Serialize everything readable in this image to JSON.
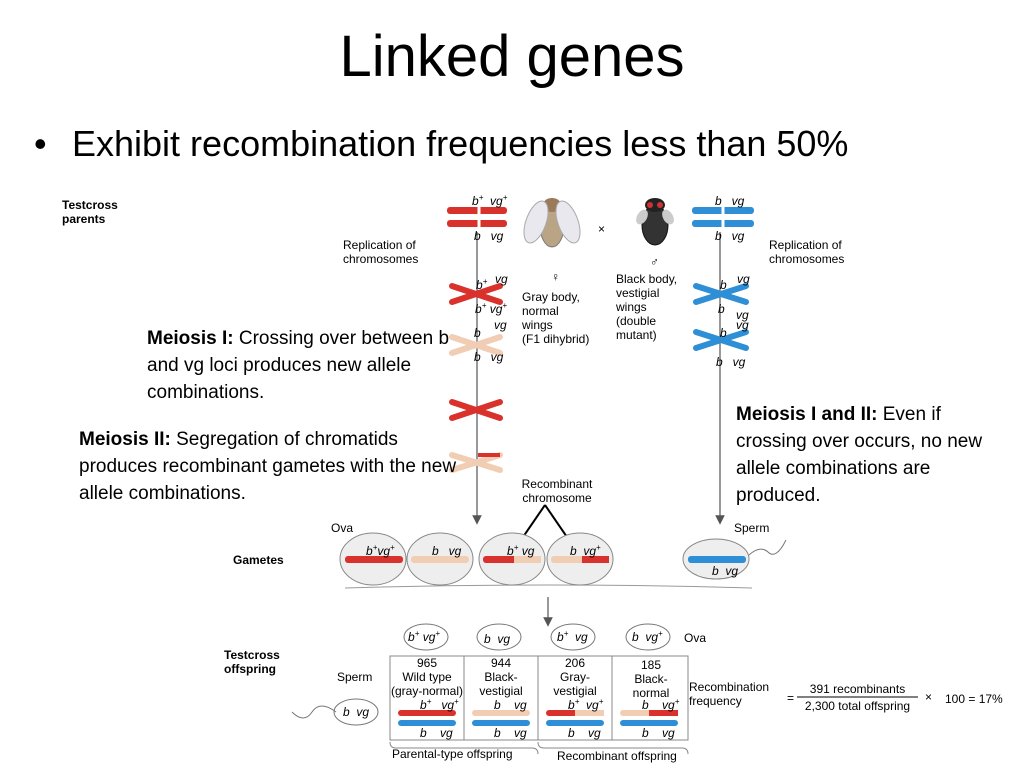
{
  "title": "Linked genes",
  "bullet": "Exhibit recombination frequencies less than 50%",
  "labels": {
    "testcross_parents": "Testcross parents",
    "replication_left": "Replication of chromosomes",
    "replication_right": "Replication of chromosomes",
    "gametes": "Gametes",
    "testcross_offspring": "Testcross offspring",
    "ova": "Ova",
    "ova_right": "Ova",
    "sperm": "Sperm",
    "sperm_left": "Sperm",
    "recombinant_chromosome": "Recombinant chromosome",
    "cross": "×",
    "female_symbol": "♀",
    "male_symbol": "♂",
    "female_desc": [
      "Gray body,",
      "normal",
      "wings",
      "(F1 dihybrid)"
    ],
    "male_desc": [
      "Black body,",
      "vestigial",
      "wings",
      "(double",
      "mutant)"
    ],
    "parental_type": "Parental-type offspring",
    "recombinant_offspring": "Recombinant offspring",
    "recombination_frequency": "Recombination frequency",
    "equals": "=",
    "numerator": "391 recombinants",
    "denominator": "2,300 total offspring",
    "times": "×",
    "result": "100 = 17%"
  },
  "notes": {
    "meiosis1_head": "Meiosis I:",
    "meiosis1_body": " Crossing over between b and vg loci produces new allele combinations.",
    "meiosis2_head": "Meiosis II:",
    "meiosis2_body": " Segregation of chromatids produces recombinant gametes with the new allele combinations.",
    "meiosis12_head": "Meiosis I and II:",
    "meiosis12_body": " Even if crossing over occurs, no new allele combinations are produced."
  },
  "offspring": [
    {
      "count": "965",
      "phenotype": [
        "Wild type",
        "(gray-normal)"
      ]
    },
    {
      "count": "944",
      "phenotype": [
        "Black-",
        "vestigial"
      ]
    },
    {
      "count": "206",
      "phenotype": [
        "Gray-",
        "vestigial"
      ]
    },
    {
      "count": "185",
      "phenotype": [
        "Black-",
        "normal"
      ]
    }
  ],
  "ova_genotypes": [
    "b+ vg+",
    "b vg",
    "b+ vg",
    "b vg+"
  ],
  "colors": {
    "red": "#d9312b",
    "tan": "#f1cdb3",
    "blue": "#2e8fd6",
    "gray": "#666666"
  }
}
